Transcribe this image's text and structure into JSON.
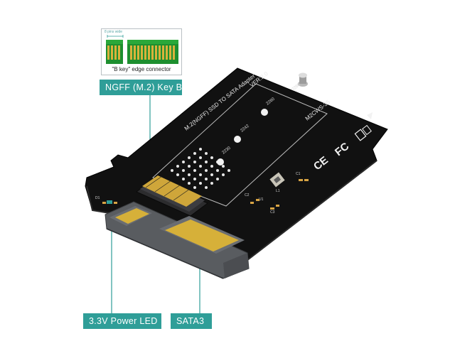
{
  "inset": {
    "pin_label": "8 pins wide",
    "caption": "\"B key\" edge connector"
  },
  "callouts": {
    "ngff": "NGFF  (M.2)  Key  B",
    "led": "3.3V Power  LED",
    "sata": "SATA3"
  },
  "board": {
    "title": "M.2(NGFF) SSD TO SATA Adapter",
    "version": "VER:2.0",
    "model": "M2CWS-35",
    "size_2280": "2280",
    "size_2260": "2260",
    "size_2242": "2242",
    "size_2230": "2230",
    "cert_ce": "CE",
    "cert_fc": "FC",
    "silk_d1": "D1",
    "silk_c1": "C1",
    "silk_l1": "L1",
    "silk_u1": "U1",
    "silk_c2": "C2",
    "silk_c3": "C3"
  },
  "colors": {
    "accent": "#2f9e98",
    "pcb": "#121212",
    "connector": "#505357",
    "pins": "#d6b039"
  }
}
